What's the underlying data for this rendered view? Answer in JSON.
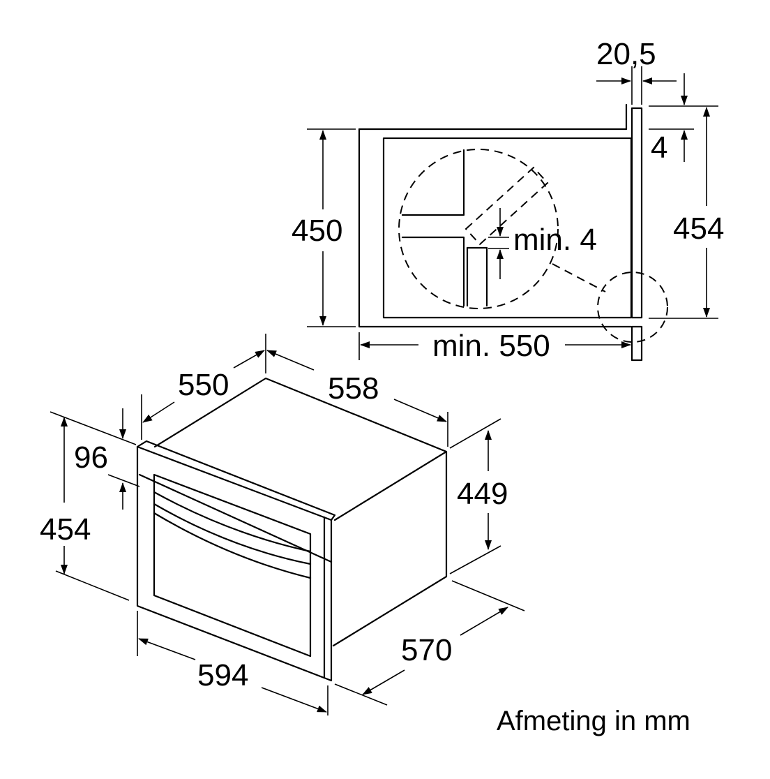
{
  "labels": {
    "top_gap": "20,5",
    "top_small": "4",
    "cut_height": "450",
    "front_height": "454",
    "min_gap": "min. 4",
    "cut_depth": "min. 550",
    "depth_550": "550",
    "width_558": "558",
    "panel_96": "96",
    "left_454": "454",
    "right_449": "449",
    "width_594": "594",
    "depth_570": "570"
  },
  "caption": "Afmeting in mm"
}
